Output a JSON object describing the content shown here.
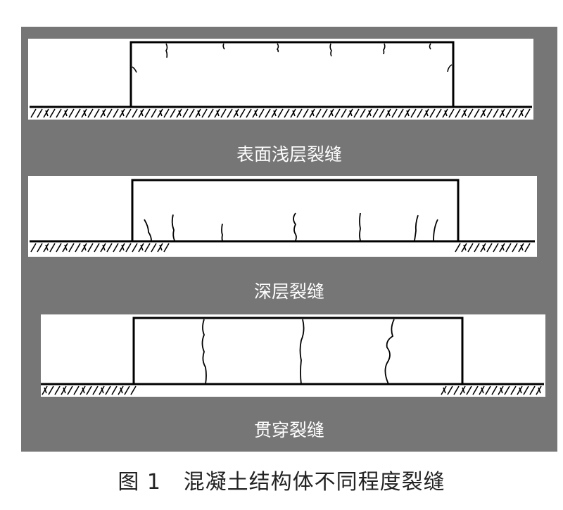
{
  "panels": [
    {
      "label": "表面浅层裂缝",
      "crack_type": "surface"
    },
    {
      "label": "深层裂缝",
      "crack_type": "deep"
    },
    {
      "label": "贯穿裂缝",
      "crack_type": "through"
    }
  ],
  "caption": {
    "prefix": "图 1",
    "title": "混凝土结构体不同程度裂缝"
  },
  "colors": {
    "panel_bg": "#767676",
    "strip_bg": "#ffffff",
    "line": "#000000",
    "label_text": "#ffffff"
  }
}
